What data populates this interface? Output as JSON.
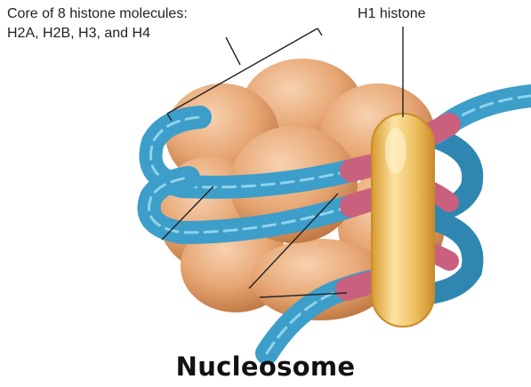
{
  "labels": {
    "core_line1": "Core of 8 histone molecules:",
    "core_line2": "H2A, H2B, H3, and H4",
    "h1": "H1 histone",
    "caption": "Nucleosome"
  },
  "colors": {
    "histone_core": "#e8a876",
    "histone_shadow": "#c98350",
    "dna_blue": "#3d9ec9",
    "dna_highlight": "#8ed3ec",
    "dna_linker": "#c9607d",
    "h1_histone": "#efc060",
    "h1_highlight": "#fbe3a2"
  }
}
